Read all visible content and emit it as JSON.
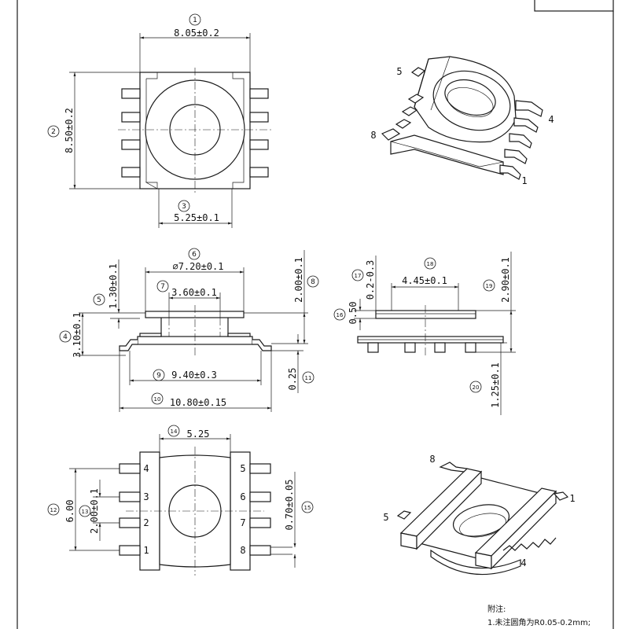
{
  "drawing": {
    "notes_title": "附注:",
    "note_1": "1.未注圆角为R0.05-0.2mm;"
  },
  "top_view": {
    "d1": {
      "num": "1",
      "text": "8.05±0.2"
    },
    "d2": {
      "num": "2",
      "text": "8.50±0.2"
    },
    "d3": {
      "num": "3",
      "text": "5.25±0.1"
    }
  },
  "side_view": {
    "d4": {
      "num": "4",
      "text": "3.10±0.1"
    },
    "d5": {
      "num": "5",
      "text": "1.30±0.1"
    },
    "d6": {
      "num": "6",
      "text": "⌀7.20±0.1"
    },
    "d7": {
      "num": "7",
      "text": "3.60±0.1"
    },
    "d8": {
      "num": "8",
      "text": "2.00±0.1"
    },
    "d9": {
      "num": "9",
      "text": "9.40±0.3"
    },
    "d10": {
      "num": "10",
      "text": "10.80±0.15"
    },
    "d11": {
      "num": "11",
      "text": "0.25"
    }
  },
  "bottom_view": {
    "d12": {
      "num": "12",
      "text": "6.00"
    },
    "d13": {
      "num": "13",
      "text": "2.00±0.1"
    },
    "d14": {
      "num": "14",
      "text": "5.25"
    },
    "d15": {
      "num": "15",
      "text": "0.70±0.05"
    },
    "pins_left": [
      "4",
      "3",
      "2",
      "1"
    ],
    "pins_right": [
      "5",
      "6",
      "7",
      "8"
    ]
  },
  "front_view": {
    "d16": {
      "num": "16",
      "text": "0.50"
    },
    "d17": {
      "num": "17",
      "text": "0.2-0.3"
    },
    "d18": {
      "num": "18",
      "text": "4.45±0.1"
    },
    "d19": {
      "num": "19",
      "text": "2.90±0.1"
    },
    "d20": {
      "num": "20",
      "text": "1.25±0.1"
    }
  },
  "iso_top": {
    "pins": [
      "5",
      "8",
      "4",
      "1"
    ]
  },
  "iso_bottom": {
    "pins": [
      "8",
      "1",
      "5",
      "4"
    ]
  }
}
